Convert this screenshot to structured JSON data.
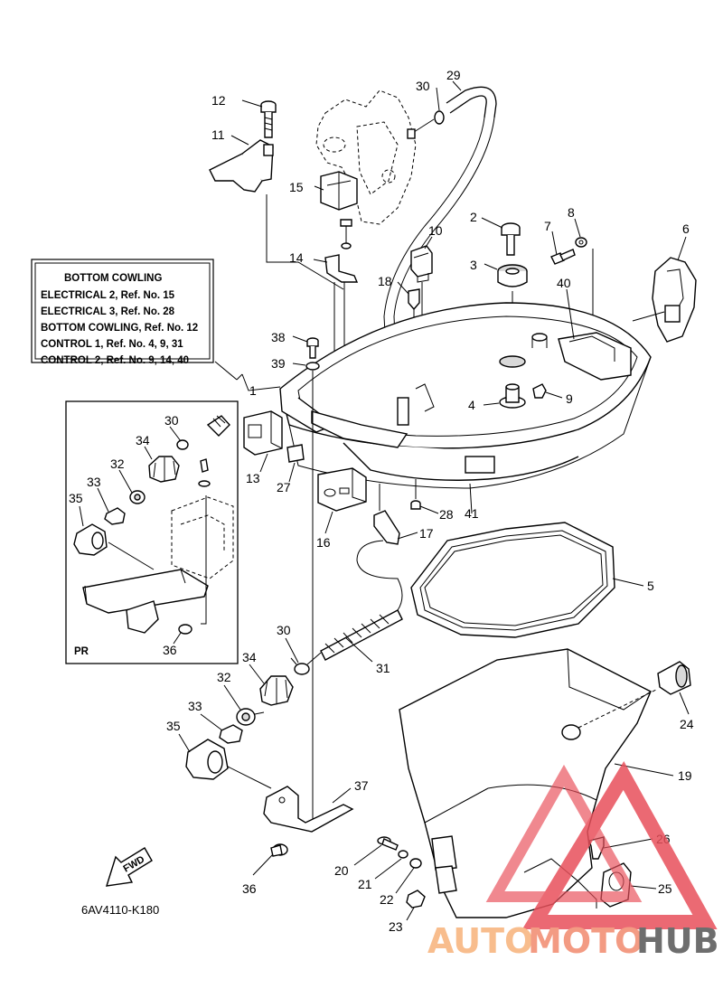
{
  "info_box": {
    "title": "BOTTOM COWLING",
    "lines": [
      "ELECTRICAL 2,  Ref. No. 15",
      "ELECTRICAL 3,  Ref. No. 28",
      "BOTTOM COWLING,  Ref. No. 12",
      "CONTROL 1,  Ref. No. 4, 9, 31",
      "CONTROL 2,  Ref. No. 9, 14, 40"
    ]
  },
  "inset_label": "PR",
  "fwd_label": "FWD",
  "diagram_code": "6AV4110-K180",
  "watermark": {
    "auto": "AUTO",
    "moto": "MOTO",
    "hub": "HUB",
    "colors": {
      "auto": "#f7b27a",
      "moto": "#f28a6e",
      "hub": "#555555",
      "triangle": "#e8505b"
    }
  },
  "callouts": {
    "c1": "1",
    "c2": "2",
    "c3": "3",
    "c4": "4",
    "c5": "5",
    "c6": "6",
    "c7": "7",
    "c8": "8",
    "c9": "9",
    "c10": "10",
    "c11": "11",
    "c12": "12",
    "c13": "13",
    "c14": "14",
    "c15": "15",
    "c16": "16",
    "c17": "17",
    "c18": "18",
    "c19": "19",
    "c20": "20",
    "c21": "21",
    "c22": "22",
    "c23": "23",
    "c24": "24",
    "c25": "25",
    "c26": "26",
    "c27": "27",
    "c28": "28",
    "c29": "29",
    "c30": "30",
    "c31": "31",
    "c32": "32",
    "c33": "33",
    "c34": "34",
    "c35": "35",
    "c36": "36",
    "c37": "37",
    "c38": "38",
    "c39": "39",
    "c40": "40",
    "c41": "41",
    "i30": "30",
    "i34": "34",
    "i32": "32",
    "i33": "33",
    "i35": "35",
    "i36": "36"
  }
}
